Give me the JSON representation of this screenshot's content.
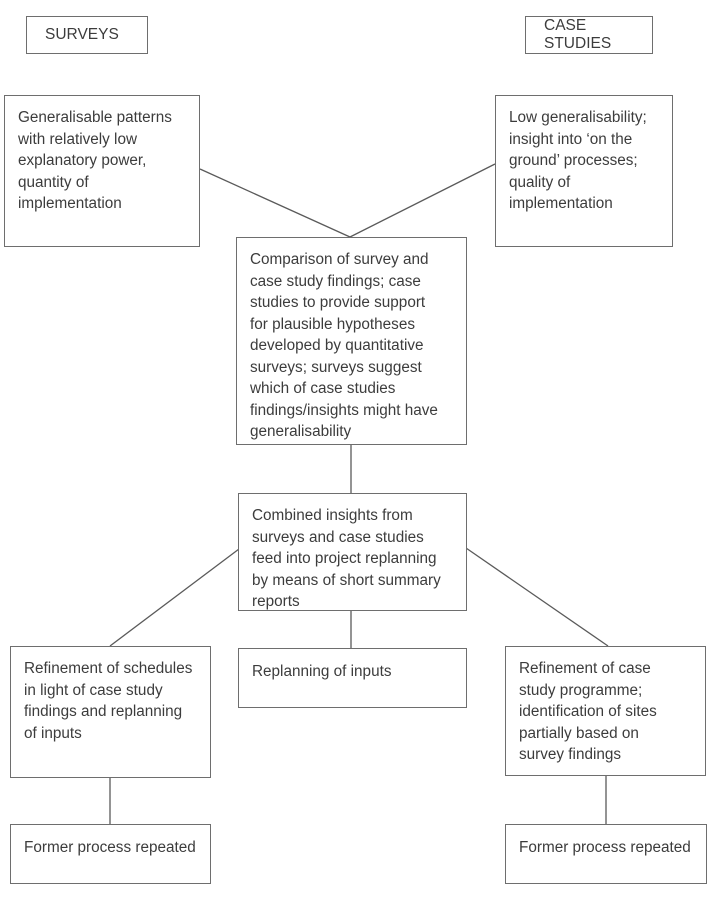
{
  "diagram": {
    "title_hidden": "",
    "line_color": "#5a5a5a",
    "border_color": "#6e6e6e",
    "text_color": "#3c3c3c",
    "background": "#ffffff",
    "headers": {
      "left": "SURVEYS",
      "right": "CASE STUDIES"
    },
    "nodes": {
      "surveys_traits": "Generalisable  patterns\nwith relatively low\nexplanatory power,\nquantity of\nimplementation",
      "case_study_traits": "Low generalisability;\ninsight into ‘on the\n ground’ processes;\nquality of\n implementation",
      "comparison": "Comparison of survey and\ncase study findings; case\nstudies to provide support\nfor plausible hypotheses\ndeveloped by quantitative\nsurveys; surveys suggest\nwhich of case studies\n findings/insights might have\n generalisability",
      "combined_insights": "Combined insights from\nsurveys and case studies\nfeed into project replanning\nby means of short summary\nreports",
      "refinement_schedules": "Refinement of  schedules\nin light of case study\nfindings  and  replanning\nof inputs",
      "replanning_inputs": "Replanning of inputs",
      "refinement_case_study": "Refinement of case\n study programme;\n identification of sites\n partially based on\nsurvey findings",
      "former_process_left": "Former  process  repeated",
      "former_process_right": "Former process repeated"
    }
  }
}
